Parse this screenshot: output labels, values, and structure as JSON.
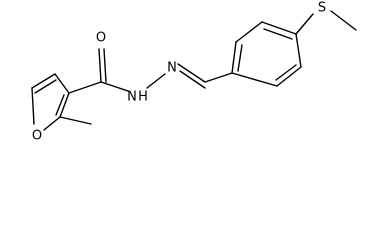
{
  "molecule": {
    "atoms": {
      "carbonyl_oxygen": "O",
      "amide_nitrogen": "N",
      "amide_hydrogen": "H",
      "imine_nitrogen": "N",
      "sulfur": "S",
      "furan_oxygen": "O"
    }
  }
}
